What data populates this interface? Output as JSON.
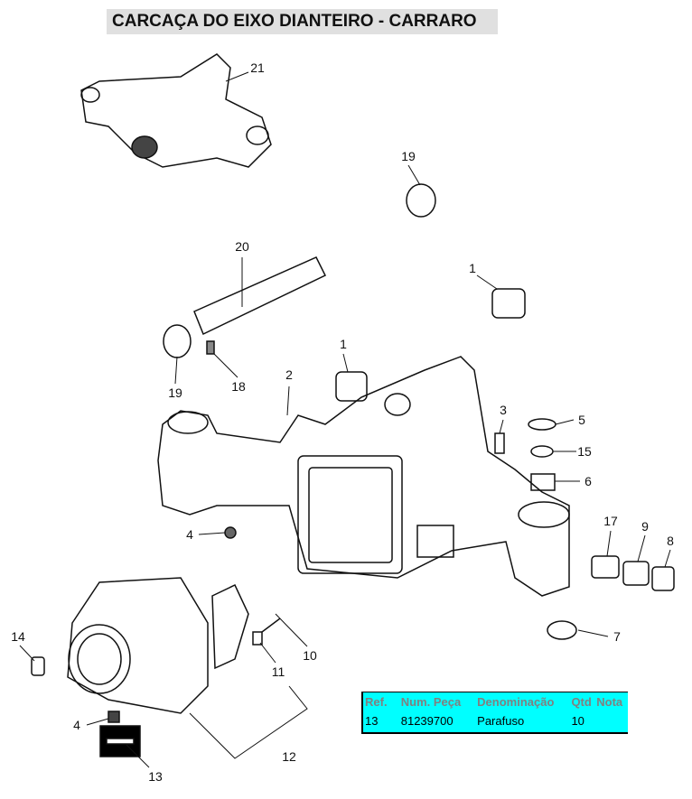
{
  "title": "CARCAÇA DO EIXO DIANTEIRO - CARRARO",
  "callouts": [
    "21",
    "19",
    "20",
    "1",
    "19",
    "18",
    "1",
    "2",
    "3",
    "5",
    "15",
    "6",
    "4",
    "17",
    "9",
    "8",
    "7",
    "14",
    "10",
    "11",
    "4",
    "12",
    "13"
  ],
  "table": {
    "headers": [
      "Ref.",
      "Num. Peça",
      "Denominação",
      "Qtd",
      "Nota"
    ],
    "rows": [
      [
        "13",
        "81239700",
        "Parafuso",
        "10",
        ""
      ]
    ]
  },
  "colors": {
    "table_bg": "#00ffff",
    "header_text": "#808080",
    "title_bg": "#e0e0e0"
  }
}
